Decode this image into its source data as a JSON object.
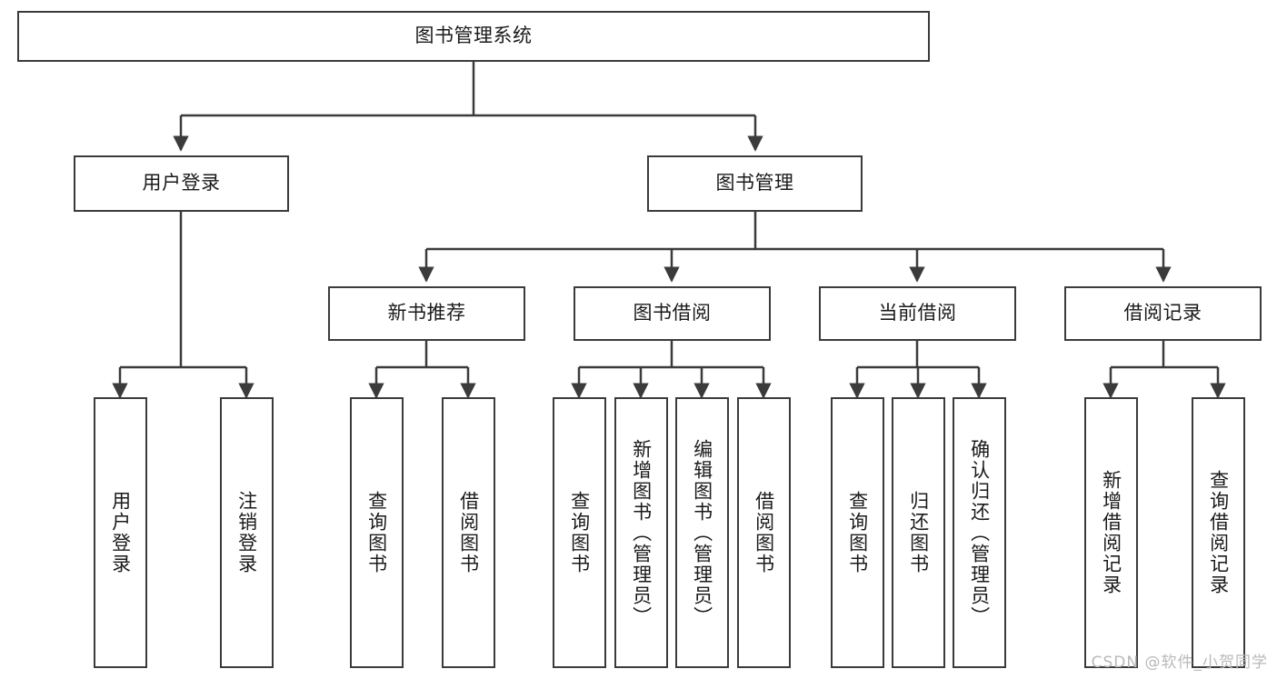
{
  "diagram": {
    "title_node": {
      "label": "图书管理系统"
    },
    "level2": [
      {
        "id": "user-login",
        "label": "用户登录"
      },
      {
        "id": "book-management",
        "label": "图书管理"
      }
    ],
    "level3": [
      {
        "id": "new-book-recommend",
        "label": "新书推荐"
      },
      {
        "id": "book-borrow",
        "label": "图书借阅"
      },
      {
        "id": "current-borrow",
        "label": "当前借阅"
      },
      {
        "id": "borrow-record",
        "label": "借阅记录"
      }
    ],
    "leaves": [
      {
        "id": "leaf-user-login",
        "label": "用户登录"
      },
      {
        "id": "leaf-logout-login",
        "label": "注销登录"
      },
      {
        "id": "leaf-query-book-1",
        "label": "查询图书"
      },
      {
        "id": "leaf-borrow-book-1",
        "label": "借阅图书"
      },
      {
        "id": "leaf-query-book-2",
        "label": "查询图书"
      },
      {
        "id": "leaf-add-book-admin",
        "label": "新增图书（管理员）"
      },
      {
        "id": "leaf-edit-book-admin",
        "label": "编辑图书（管理员）"
      },
      {
        "id": "leaf-borrow-book-2",
        "label": "借阅图书"
      },
      {
        "id": "leaf-query-book-3",
        "label": "查询图书"
      },
      {
        "id": "leaf-return-book",
        "label": "归还图书"
      },
      {
        "id": "leaf-confirm-return-admin",
        "label": "确认归还（管理员）"
      },
      {
        "id": "leaf-add-borrow-record",
        "label": "新增借阅记录"
      },
      {
        "id": "leaf-query-borrow-record",
        "label": "查询借阅记录"
      }
    ],
    "watermark": "CSDN @软件_小贺同学",
    "colors": {
      "border": "#3b3b3b",
      "text": "#1a1a1a",
      "connector": "#3b3b3b",
      "background": "#ffffff",
      "watermark": "#b9b9b9"
    }
  }
}
